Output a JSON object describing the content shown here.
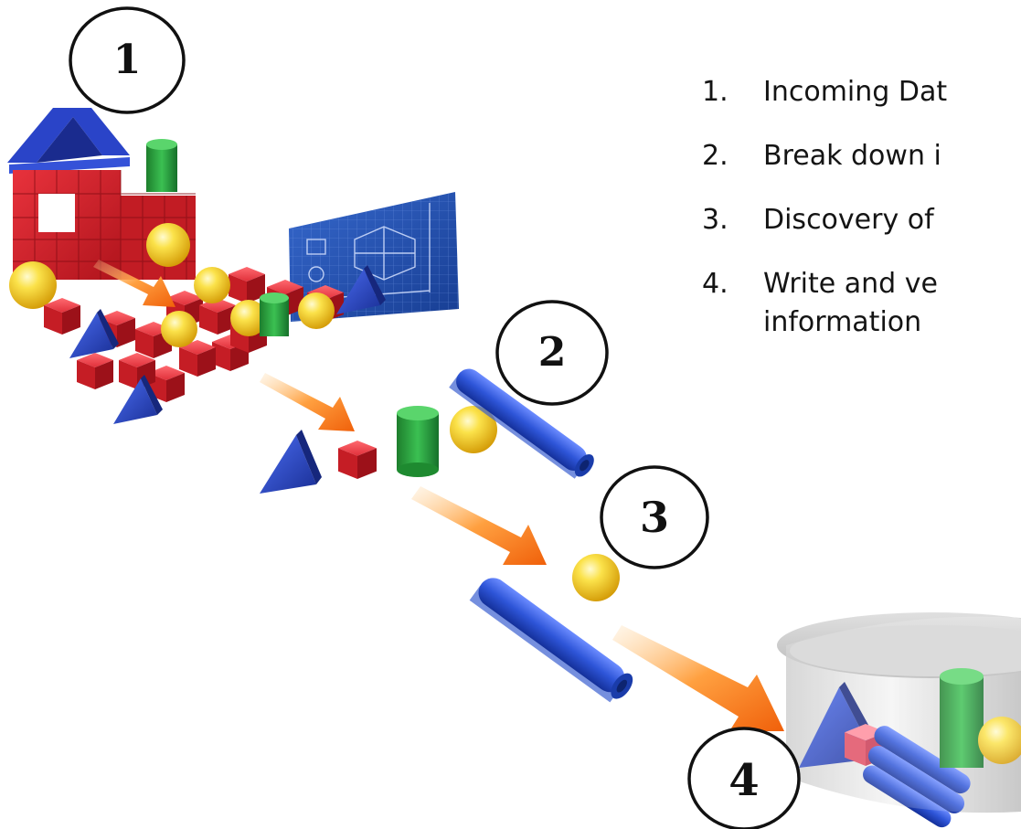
{
  "steps": [
    {
      "number": "1.",
      "text": "Incoming Dat"
    },
    {
      "number": "2.",
      "text": "Break down i"
    },
    {
      "number": "3.",
      "text": "Discovery of"
    },
    {
      "number": "4.",
      "text": "Write and ve",
      "text_line2": "information"
    }
  ],
  "badges": [
    "1",
    "2",
    "3",
    "4"
  ],
  "colors": {
    "red_block": "#d0202a",
    "blue_block": "#2340b8",
    "green_cylinder": "#27a23a",
    "yellow_ball": "#f2d020",
    "orange_arrow": "#f07a18",
    "blue_roll": "#2e55d8",
    "blueprint": "#1f4fb0",
    "container": "#e4e4e4"
  }
}
